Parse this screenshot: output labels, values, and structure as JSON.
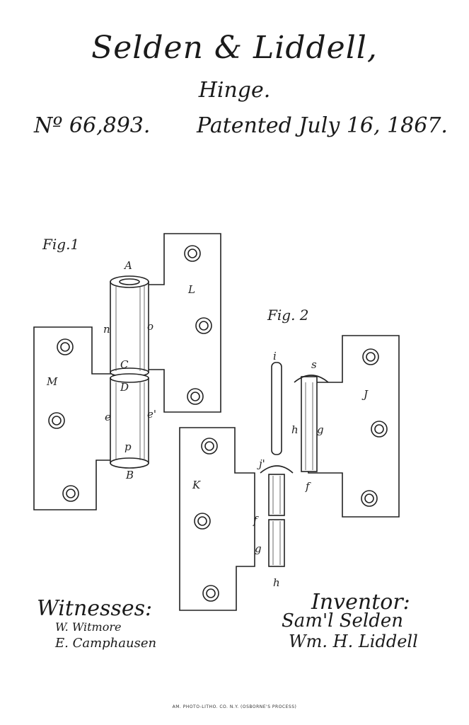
{
  "header": {
    "title": "Selden & Liddell,",
    "subject": "Hinge.",
    "number": "Nº 66,893.",
    "patented": "Patented July 16, 1867."
  },
  "figures": {
    "fig1": {
      "caption": "Fig.1",
      "labels": [
        "A",
        "L",
        "n",
        "o",
        "M",
        "C",
        "D",
        "e",
        "e'",
        "p",
        "B"
      ]
    },
    "fig2": {
      "caption": "Fig. 2",
      "labels": [
        "i",
        "s",
        "J",
        "h",
        "g",
        "K",
        "j'",
        "f",
        "f",
        "g",
        "h"
      ]
    }
  },
  "witnesses": {
    "heading": "Witnesses:",
    "names": [
      "W. Witmore",
      "E. Camphausen"
    ]
  },
  "inventor": {
    "heading": "Inventor:",
    "names": [
      "Sam'l Selden",
      "Wm. H. Liddell"
    ]
  },
  "footer": "AM. PHOTO-LITHO. CO. N.Y. (OSBORNE'S PROCESS)"
}
